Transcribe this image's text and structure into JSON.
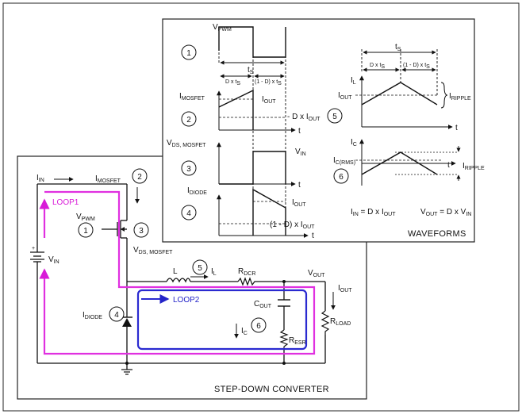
{
  "converter": {
    "caption": "STEP-DOWN CONVERTER",
    "loop1": "LOOP1",
    "loop2": "LOOP2",
    "i_in": "I",
    "i_in_sub": "IN",
    "i_mosfet": "I",
    "i_mosfet_sub": "MOSFET",
    "v_pwm": "V",
    "v_pwm_sub": "PWM",
    "v_in": "V",
    "v_in_sub": "IN",
    "v_ds": "V",
    "v_ds_sub": "DS, MOSFET",
    "l": "L",
    "i_l": "I",
    "i_l_sub": "L",
    "r_dcr": "R",
    "r_dcr_sub": "DCR",
    "v_out": "V",
    "v_out_sub": "OUT",
    "i_out": "I",
    "i_out_sub": "OUT",
    "c_out": "C",
    "c_out_sub": "OUT",
    "i_diode": "I",
    "i_diode_sub": "DIODE",
    "i_c": "I",
    "i_c_sub": "C",
    "r_esr": "R",
    "r_esr_sub": "ESR",
    "r_load": "R",
    "r_load_sub": "LOAD",
    "plus": "+",
    "markers": [
      "1",
      "2",
      "3",
      "4",
      "5",
      "6"
    ]
  },
  "waveforms": {
    "caption": "WAVEFORMS",
    "v_pwm": "V",
    "v_pwm_sub": "PWM",
    "ts": "t",
    "ts_sub": "S",
    "d_ts": "D x t",
    "d_ts_sub": "S",
    "one_minus_d_ts": "(1 - D) x t",
    "one_minus_d_ts_sub": "S",
    "i_mosfet": "I",
    "i_mosfet_sub": "MOSFET",
    "i_out": "I",
    "i_out_sub": "OUT",
    "d_iout": "- D x I",
    "d_iout_sub": "OUT",
    "v_ds": "V",
    "v_ds_sub": "DS, MOSFET",
    "v_in": "V",
    "v_in_sub": "IN",
    "i_diode": "I",
    "i_diode_sub": "DIODE",
    "one_minus_d_iout": "(1 - D) x I",
    "one_minus_d_iout_sub": "OUT",
    "t": "t",
    "i_l": "I",
    "i_l_sub": "L",
    "i_ripple": "I",
    "i_ripple_sub": "RIPPLE",
    "i_c": "I",
    "i_c_sub": "C",
    "i_c_rms": "I",
    "i_c_rms_sub": "C(RMS)",
    "eq_iin": "I",
    "eq_iin_sub": "IN",
    "eq_iin_rhs": " = D x I",
    "eq_iin_rhs_sub": "OUT",
    "eq_vout": "V",
    "eq_vout_sub": "OUT",
    "eq_vout_rhs": " = D x V",
    "eq_vout_rhs_sub": "IN",
    "markers": [
      "1",
      "2",
      "3",
      "4",
      "5",
      "6"
    ]
  }
}
